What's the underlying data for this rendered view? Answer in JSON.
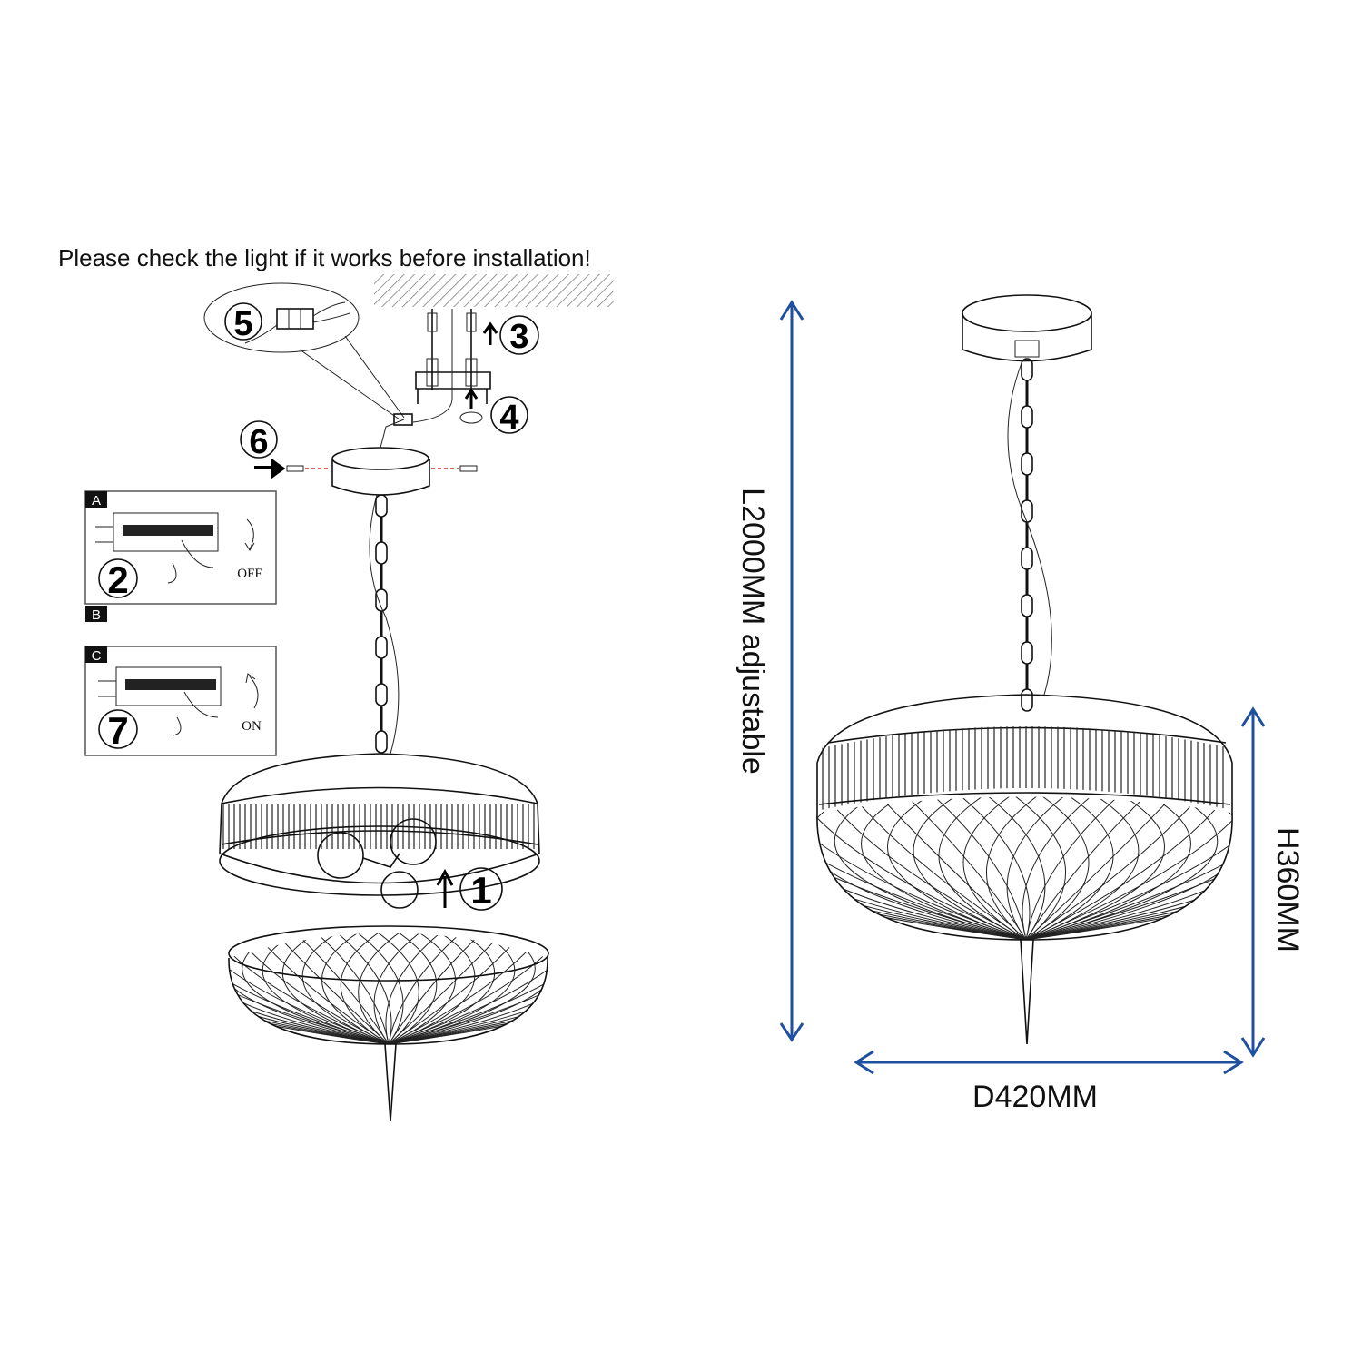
{
  "instruction": "Please check the light if it works before installation!",
  "steps": {
    "s1": "1",
    "s2": "2",
    "s3": "3",
    "s4": "4",
    "s5": "5",
    "s6": "6",
    "s7": "7"
  },
  "panels": {
    "a": "A",
    "b": "B",
    "c": "C",
    "off": "OFF",
    "on": "ON"
  },
  "dimensions": {
    "length": "L2000MM adjustable",
    "height": "H360MM",
    "diameter": "D420MM"
  },
  "colors": {
    "dimension_arrow": "#1f4f9f",
    "line": "#111111"
  }
}
